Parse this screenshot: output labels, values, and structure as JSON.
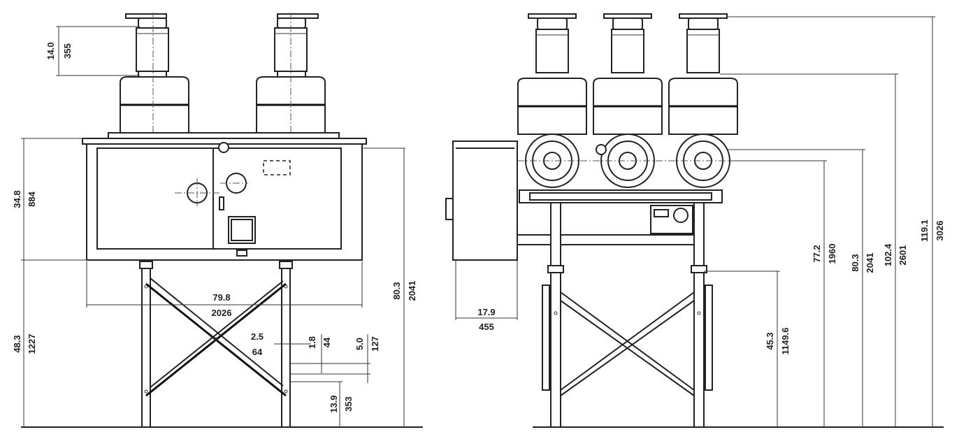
{
  "front_view": {
    "dims": {
      "insulator_top_in": "14.0",
      "insulator_top_mm": "355",
      "cabinet_height_in": "34.8",
      "cabinet_height_mm": "884",
      "leg_height_in": "48.3",
      "leg_height_mm": "1227",
      "cabinet_width_in": "79.8",
      "cabinet_width_mm": "2026",
      "flange_in": "2.5",
      "flange_mm": "64",
      "plate_in": "1.8",
      "plate_mm": "44",
      "bolt_spacing_in": "5.0",
      "bolt_spacing_mm": "127",
      "foot_in": "13.9",
      "foot_mm": "353",
      "mount_height_in": "80.3",
      "mount_height_mm": "2041"
    }
  },
  "side_view": {
    "dims": {
      "control_box_in": "17.9",
      "control_box_mm": "455",
      "frame_height_in": "45.3",
      "frame_height_mm": "1149.6",
      "bushing_center_in": "77.2",
      "bushing_center_mm": "1960",
      "mount_height_in": "80.3",
      "mount_height_mm": "2041",
      "insulator_base_in": "102.4",
      "insulator_base_mm": "2601",
      "overall_height_in": "119.1",
      "overall_height_mm": "3026"
    }
  }
}
